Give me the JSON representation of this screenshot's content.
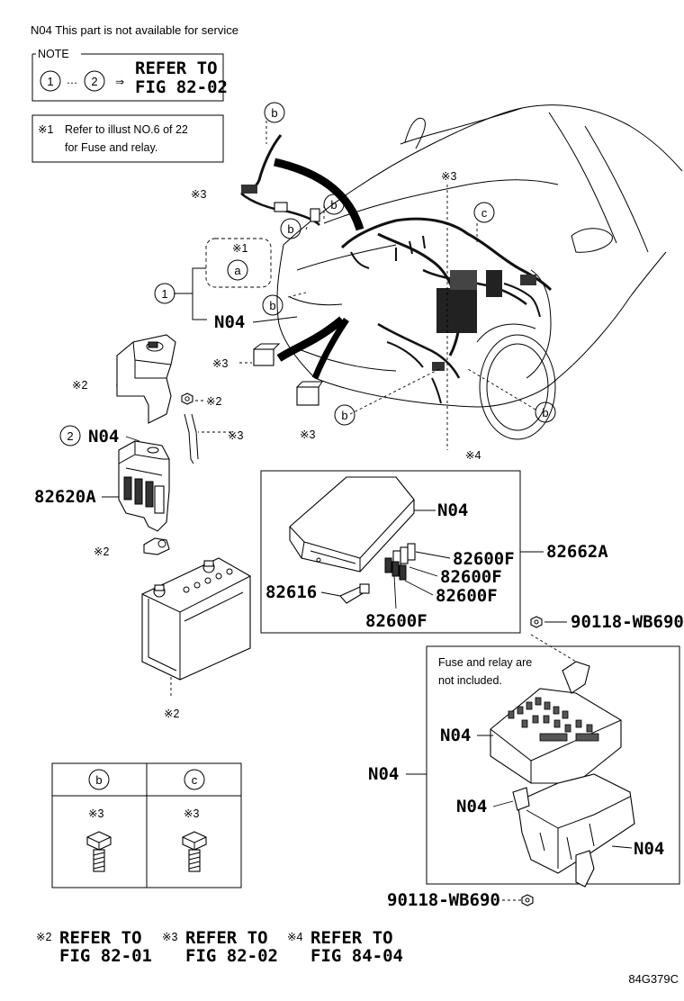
{
  "header": {
    "notice": "N04 This part is not available for service"
  },
  "note_box": {
    "title": "NOTE",
    "circle_1": "1",
    "ellipsis": "…",
    "circle_2": "2",
    "arrow": "⇒",
    "refer_line1": "REFER TO",
    "refer_line2": "FIG 82-02"
  },
  "fuse_note": {
    "mark": "※1",
    "line1": "Refer to illust NO.6 of 22",
    "line2": "for Fuse and relay."
  },
  "callouts": {
    "b": "b",
    "c": "c",
    "a": "a",
    "one": "1",
    "two": "2",
    "mark1": "※1",
    "mark2": "※2",
    "mark3": "※3",
    "mark4": "※4"
  },
  "part_numbers": {
    "n04": "N04",
    "p82620A": "82620A",
    "p82662A": "82662A",
    "p82600F": "82600F",
    "p82616": "82616",
    "p90118": "90118-WB690"
  },
  "fuse_box_note": {
    "line1": "Fuse and relay are",
    "line2": "not included."
  },
  "fastener_table": {
    "col_b": "b",
    "col_c": "c",
    "mark_b": "※3",
    "mark_c": "※3"
  },
  "footer_refs": [
    {
      "mark": "※2",
      "line1": "REFER TO",
      "line2": "FIG 82-01"
    },
    {
      "mark": "※3",
      "line1": "REFER TO",
      "line2": "FIG 82-02"
    },
    {
      "mark": "※4",
      "line1": "REFER TO",
      "line2": "FIG 84-04"
    }
  ],
  "illustration_code": "84G379C"
}
